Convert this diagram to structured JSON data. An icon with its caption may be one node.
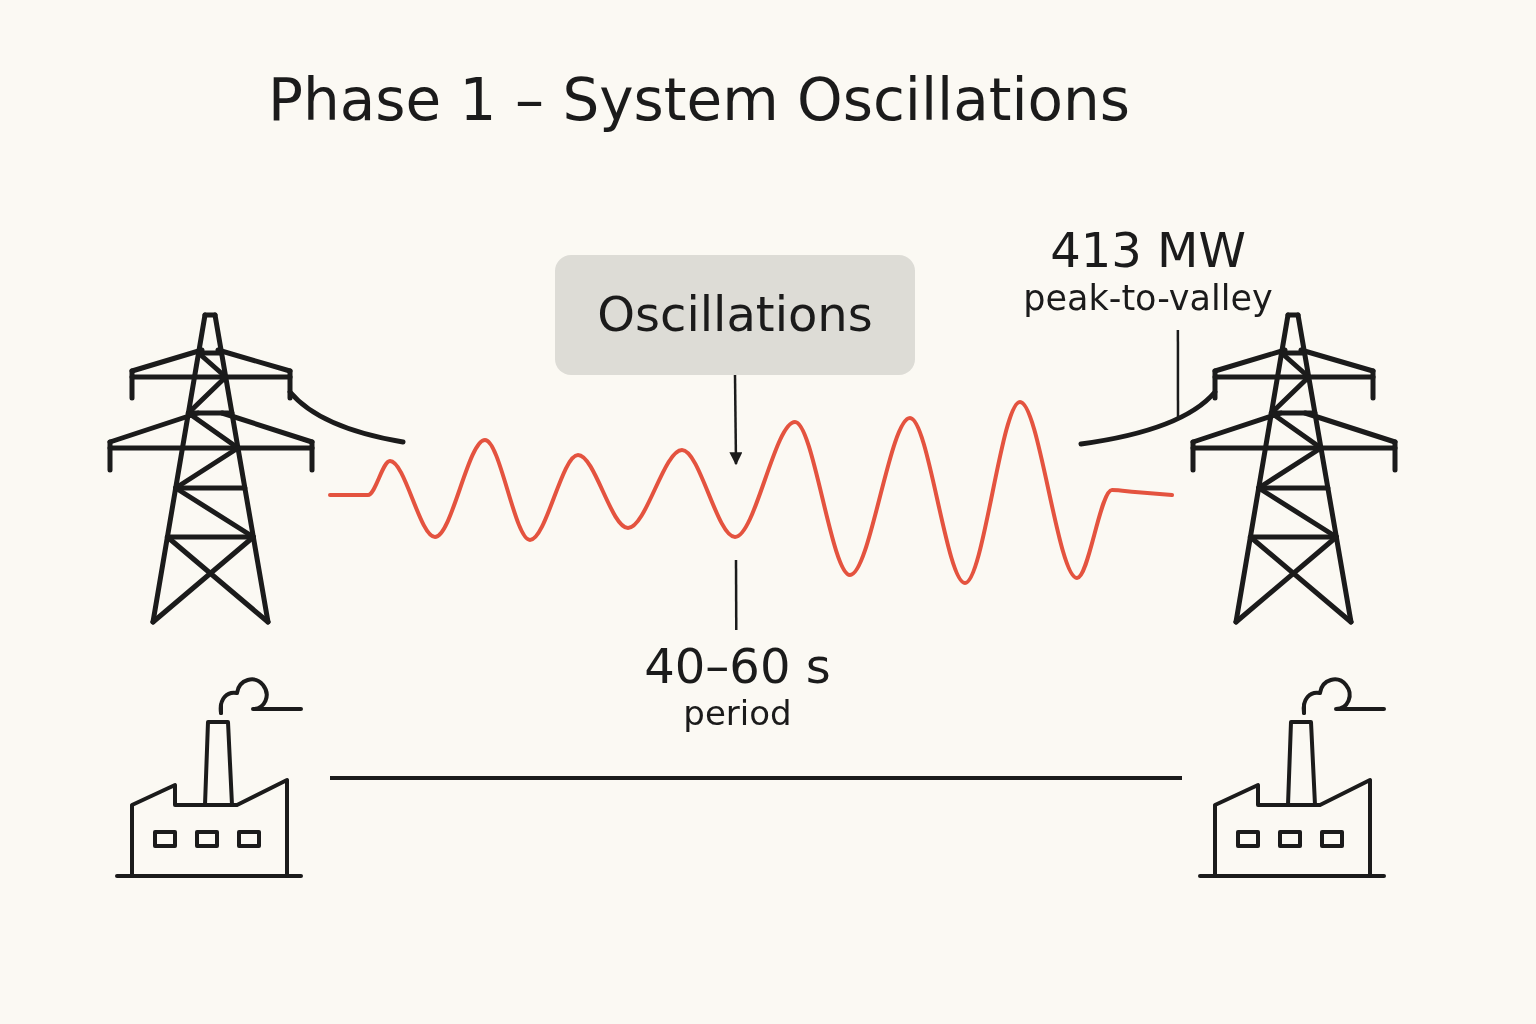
{
  "diagram": {
    "title": "Phase 1 – System Oscillations",
    "nodes": [
      {
        "text": [
          "Oscillations"
        ]
      },
      {
        "text": [],
        "shape": "picture"
      },
      {
        "text": [
          "413 MW",
          "peak-to-valley"
        ]
      },
      {
        "text": [
          "40–60 s",
          "period"
        ]
      },
      {
        "text": [],
        "shape": "picture"
      },
      {
        "text": [],
        "shape": "picture"
      },
      {
        "text": [],
        "shape": "picture"
      },
      {
        "text": [],
        "shape": "picture"
      }
    ],
    "edges": [
      {
        "from": 0,
        "to": 1,
        "arrow": "to"
      },
      {
        "from": 3,
        "to": 1,
        "arrow": "none"
      },
      {
        "from": 2,
        "to": 5,
        "arrow": "none"
      },
      {
        "from": 6,
        "to": 7,
        "arrow": "none"
      }
    ]
  }
}
